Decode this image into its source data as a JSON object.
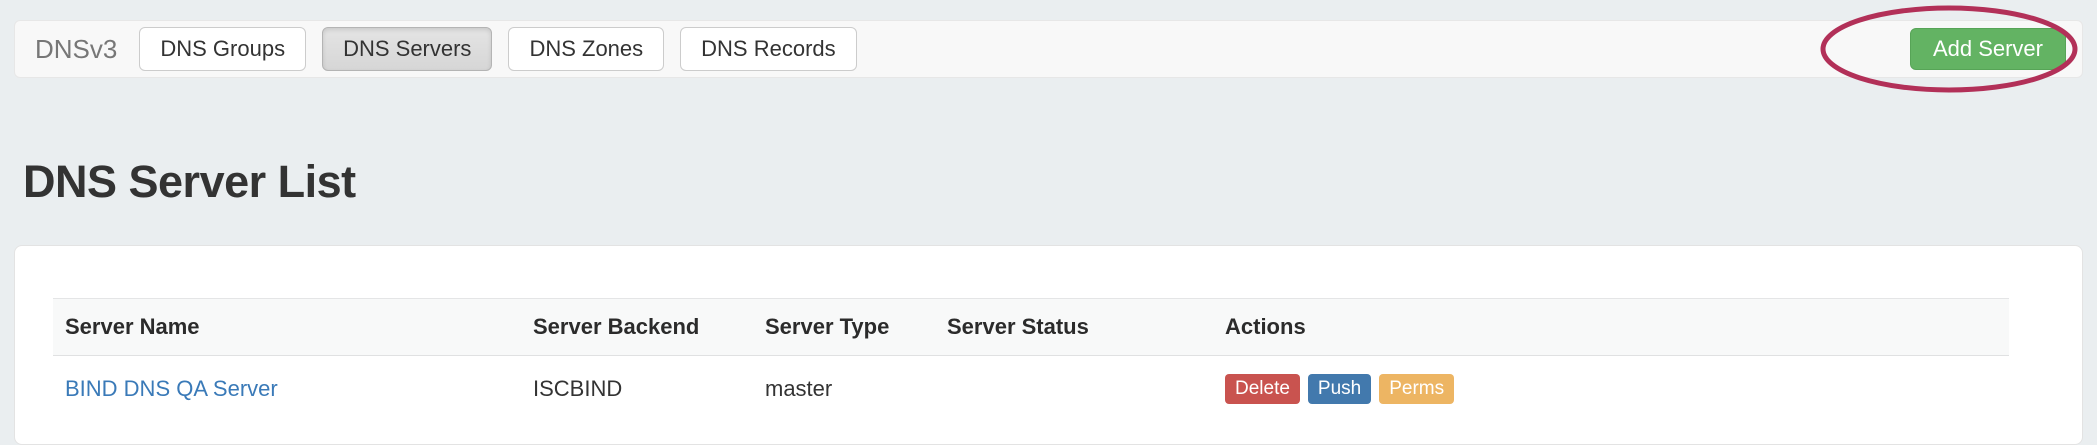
{
  "navbar": {
    "brand": "DNSv3",
    "tabs": [
      {
        "label": "DNS Groups",
        "active": false
      },
      {
        "label": "DNS Servers",
        "active": true
      },
      {
        "label": "DNS Zones",
        "active": false
      },
      {
        "label": "DNS Records",
        "active": false
      }
    ],
    "add_server_label": "Add Server"
  },
  "annotation": {
    "shape": "ellipse",
    "color": "#b23058",
    "target": "add-server-button"
  },
  "page": {
    "title": "DNS Server List"
  },
  "table": {
    "columns": [
      "Server Name",
      "Server Backend",
      "Server Type",
      "Server Status",
      "Actions"
    ],
    "rows": [
      {
        "server_name": "BIND DNS QA Server",
        "server_backend": "ISCBIND",
        "server_type": "master",
        "server_status": "",
        "actions": [
          {
            "label": "Delete",
            "color": "#c9534f"
          },
          {
            "label": "Push",
            "color": "#4279ad"
          },
          {
            "label": "Perms",
            "color": "#edb563"
          }
        ]
      }
    ]
  },
  "colors": {
    "page_background": "#eaeef0",
    "navbar_background": "#f8f8f8",
    "card_background": "#ffffff",
    "add_server_green": "#63b363",
    "link_blue": "#3a7ab8",
    "annotation_red": "#b23058"
  }
}
